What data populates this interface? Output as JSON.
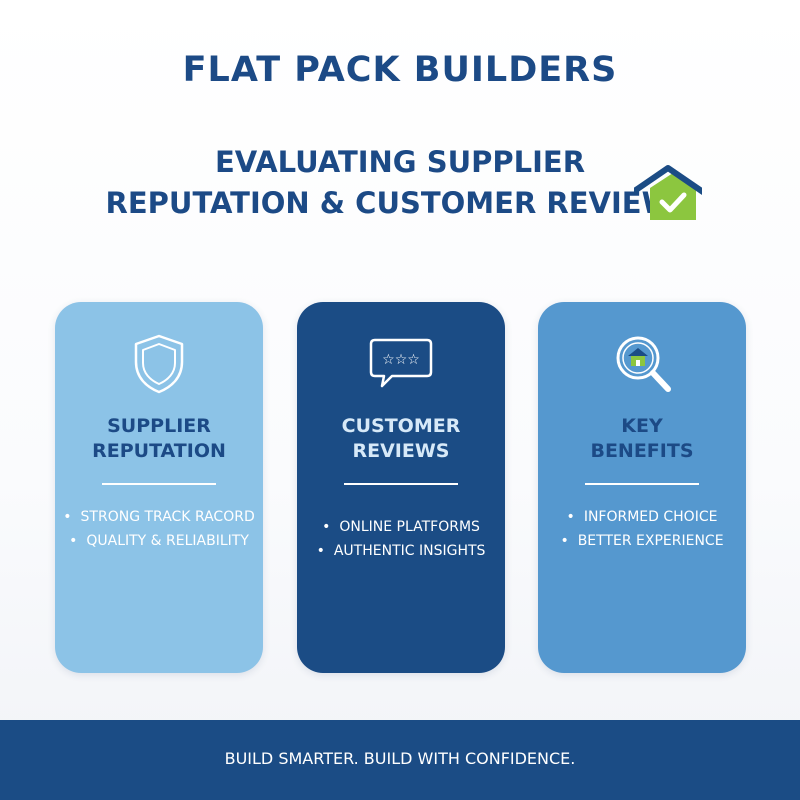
{
  "brand": {
    "title": "FLAT PACK BUILDERS"
  },
  "headline": {
    "line1": "EVALUATING SUPPLIER",
    "line2": "REPUTATION & CUSTOMER REVIEWS",
    "icon": "house-check-icon"
  },
  "cards": [
    {
      "icon": "shield-icon",
      "title_line1": "SUPPLIER",
      "title_line2": "REPUTATION",
      "items": [
        "STRONG TRACK RACORD",
        "QUALITY & RELIABILITY"
      ]
    },
    {
      "icon": "review-stars-bubble-icon",
      "title_line1": "CUSTOMER",
      "title_line2": "REVIEWS",
      "items": [
        "ONLINE PLATFORMS",
        "AUTHENTIC INSIGHTS"
      ]
    },
    {
      "icon": "magnifier-house-icon",
      "title_line1": "KEY",
      "title_line2": "BENEFITS",
      "items": [
        "INFORMED CHOICE",
        "BETTER EXPERIENCE"
      ]
    }
  ],
  "footer": {
    "tagline": "BUILD SMARTER. BUILD WITH CONFIDENCE."
  },
  "colors": {
    "navy": "#1b4c85",
    "title_blue": "#1c4a86",
    "card_light_blue": "#8cc3e7",
    "card_mid_blue": "#5598cf",
    "check_green": "#8cc63f"
  }
}
